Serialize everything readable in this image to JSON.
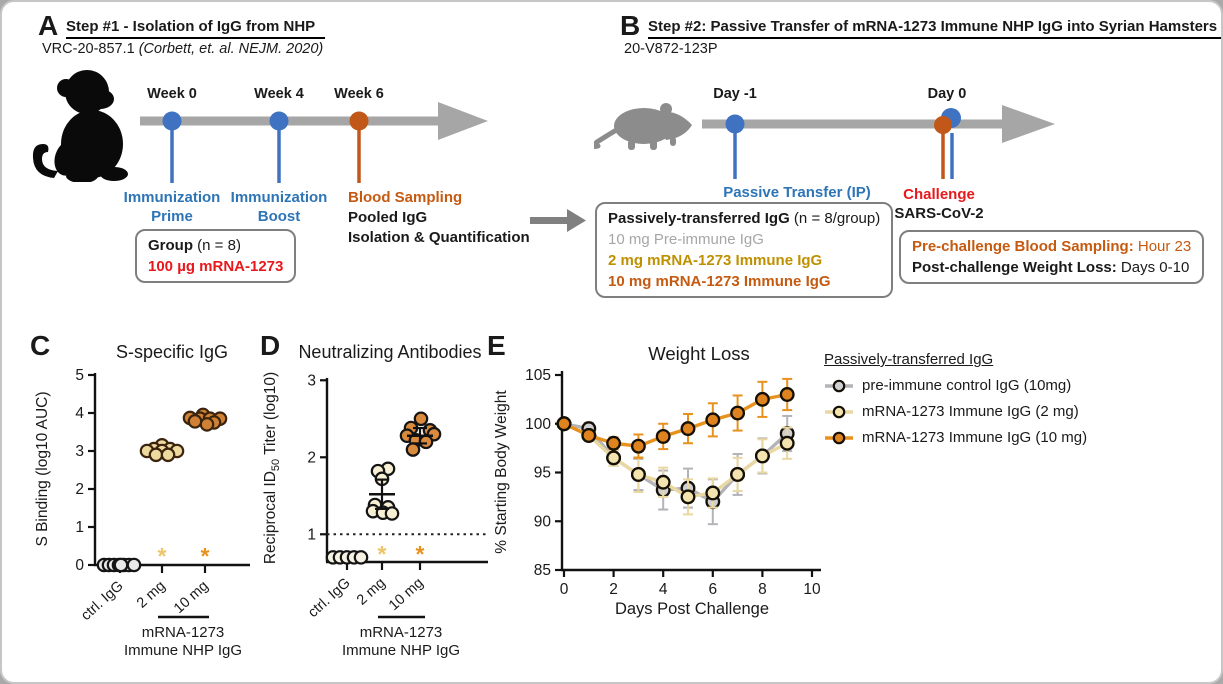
{
  "colors": {
    "dot_blue": "#3f72c1",
    "dot_orange": "#c2571a",
    "text_blue": "#2e75b6",
    "text_orange": "#c55a11",
    "text_gold": "#bf9000",
    "text_gray": "#a6a6a6",
    "text_red": "#e8191d",
    "timeline_gray": "#a6a6a6",
    "arrow_gray": "#808080",
    "box_border": "#7f7f7f"
  },
  "panel_a": {
    "label": "A",
    "title": "Step #1 - Isolation of IgG from NHP",
    "subtitle_id": "VRC-20-857.1 ",
    "subtitle_ref": "(Corbett, et. al. NEJM. 2020)",
    "week0": "Week 0",
    "week4": "Week  4",
    "week6": "Week 6",
    "prime_line1": "Immunization",
    "prime_line2": "Prime",
    "boost_line1": "Immunization",
    "boost_line2": "Boost",
    "sampling_line1": "Blood Sampling",
    "sampling_line2": "Pooled IgG",
    "sampling_line3": "Isolation & Quantification",
    "group_bold": "Group",
    "group_rest": " (n = 8)",
    "group_dose": "100 µg mRNA-1273"
  },
  "panel_b": {
    "label": "B",
    "title": "Step #2: Passive Transfer of mRNA-1273 Immune NHP IgG into Syrian Hamsters",
    "subtitle": "20-V872-123P",
    "day_minus1": "Day -1",
    "day0": "Day 0",
    "transfer_label": "Passive Transfer (IP)",
    "box1_title_bold": "Passively-transferred IgG",
    "box1_title_rest": " (n = 8/group)",
    "box1_line_gray": "10 mg Pre-immune IgG",
    "box1_line_gold": "2 mg mRNA-1273 Immune IgG",
    "box1_line_orange": "10 mg mRNA-1273 Immune IgG",
    "challenge_label": "Challenge",
    "challenge_virus": "SARS-CoV-2",
    "box2_line1_bold": "Pre-challenge Blood Sampling:",
    "box2_line1_rest": " Hour 23",
    "box2_line2_bold": "Post-challenge Weight Loss:",
    "box2_line2_rest": " Days 0-10"
  },
  "chart_data": [
    {
      "id": "chart-c",
      "type": "scatter",
      "panel_label": "C",
      "title": "S-specific IgG",
      "ylabel": "S Binding (log10 AUC)",
      "ylim": [
        0,
        5
      ],
      "yticks": [
        0,
        1,
        2,
        3,
        4,
        5
      ],
      "categories": [
        "ctrl. IgG",
        "2 mg",
        "10 mg"
      ],
      "group_label_line1": "mRNA-1273",
      "group_label_line2": "Immune NHP IgG",
      "points": [
        {
          "category": "ctrl. IgG",
          "fill": "#e9e9e9",
          "stroke": "#141414",
          "values": [
            0,
            0,
            0,
            0,
            0,
            0,
            0,
            0
          ]
        },
        {
          "category": "2 mg",
          "fill": "#eeda9f",
          "stroke": "#3a240e",
          "values": [
            3.15,
            3.05,
            3.05,
            3.0,
            3.0,
            3.0,
            2.9,
            2.9
          ]
        },
        {
          "category": "10 mg",
          "fill": "#d08136",
          "stroke": "#3a240e",
          "values": [
            3.95,
            3.87,
            3.85,
            3.85,
            3.85,
            3.78,
            3.75,
            3.7
          ]
        }
      ],
      "significance": [
        {
          "category": "2 mg",
          "symbol": "*",
          "value": 0.18,
          "color": "#ecc46a"
        },
        {
          "category": "10 mg",
          "symbol": "*",
          "value": 0.18,
          "color": "#e8921e"
        }
      ]
    },
    {
      "id": "chart-d",
      "type": "scatter",
      "panel_label": "D",
      "title": "Neutralizing Antibodies",
      "ylabel": "Reciprocal ID50 Titer (log10)",
      "ylabel_parts": [
        "Reciprocal ID",
        "50",
        " Titer (log10)"
      ],
      "ylim": [
        0.64,
        3
      ],
      "yticks": [
        1,
        2,
        3
      ],
      "lod_line": 1.0,
      "categories": [
        "ctrl. IgG",
        "2 mg",
        "10 mg"
      ],
      "group_label_line1": "mRNA-1273",
      "group_label_line2": "Immune NHP IgG",
      "points": [
        {
          "category": "ctrl. IgG",
          "fill": "#f7f3e4",
          "stroke": "#141414",
          "values": [
            0.7,
            0.7,
            0.7,
            0.7,
            0.7
          ]
        },
        {
          "category": "2 mg",
          "fill": "#f7efd4",
          "stroke": "#141414",
          "values": [
            1.85,
            1.82,
            1.72,
            1.38,
            1.35,
            1.3,
            1.28,
            1.27
          ],
          "mean": 1.52,
          "sd_low": 1.33,
          "sd_high": 1.71
        },
        {
          "category": "10 mg",
          "fill": "#d98a3d",
          "stroke": "#141414",
          "values": [
            2.5,
            2.38,
            2.35,
            2.3,
            2.28,
            2.22,
            2.2,
            2.1
          ],
          "mean": 2.28,
          "sd_low": 2.18,
          "sd_high": 2.38
        }
      ],
      "significance": [
        {
          "category": "2 mg",
          "symbol": "*",
          "value": 0.72,
          "color": "#ecc46a"
        },
        {
          "category": "10 mg",
          "symbol": "*",
          "value": 0.72,
          "color": "#e8921e"
        }
      ]
    },
    {
      "id": "chart-e",
      "type": "line",
      "panel_label": "E",
      "title": "Weight Loss",
      "xlabel": "Days Post Challenge",
      "ylabel": "% Starting Body Weight",
      "xlim": [
        0,
        10
      ],
      "ylim": [
        85,
        105
      ],
      "xticks": [
        0,
        2,
        4,
        6,
        8,
        10
      ],
      "yticks": [
        85,
        90,
        95,
        100,
        105
      ],
      "x": [
        0,
        1,
        2,
        3,
        4,
        5,
        6,
        7,
        8,
        9
      ],
      "legend_title": "Passively-transferred IgG",
      "legend_position": "right",
      "series": [
        {
          "name": "pre-immune control IgG (10mg)",
          "color": "#b3b3b8",
          "marker_fill": "#cfcfd3",
          "values": [
            100,
            99.5,
            96.5,
            94.8,
            93.2,
            93.4,
            92.0,
            94.8,
            96.7,
            99.0
          ],
          "errors": [
            0.3,
            0.6,
            0.8,
            1.6,
            2.0,
            2.0,
            2.3,
            2.1,
            1.8,
            1.8
          ]
        },
        {
          "name": "mRNA-1273 Immune IgG (2 mg)",
          "color": "#ead8a2",
          "marker_fill": "#f3e3ae",
          "values": [
            100,
            98.8,
            96.5,
            94.8,
            94.0,
            92.5,
            92.9,
            94.8,
            96.7,
            98.0
          ],
          "errors": [
            0.3,
            0.5,
            0.8,
            1.8,
            1.5,
            1.8,
            1.5,
            1.7,
            1.7,
            1.6
          ]
        },
        {
          "name": "mRNA-1273 Immune IgG (10 mg)",
          "color": "#e8921e",
          "marker_fill": "#df831f",
          "values": [
            100,
            98.8,
            98.0,
            97.7,
            98.7,
            99.5,
            100.4,
            101.1,
            102.5,
            103.0
          ],
          "errors": [
            0.3,
            0.4,
            0.6,
            1.2,
            1.3,
            1.5,
            1.7,
            1.8,
            1.8,
            1.6
          ]
        }
      ]
    }
  ]
}
